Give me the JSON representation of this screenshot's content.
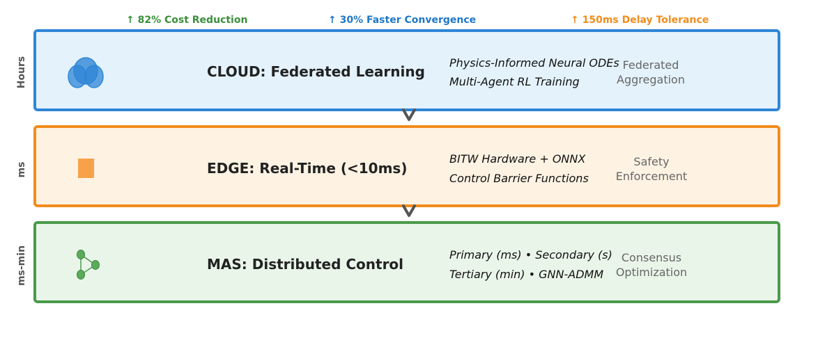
{
  "metrics": [
    {
      "text": "↑ 82% Cost Reduction",
      "color": "#3a8f3a"
    },
    {
      "text": "↑ 30% Faster Convergence",
      "color": "#1f78c8"
    },
    {
      "text": "↑ 150ms Delay Tolerance",
      "color": "#f28c1c"
    }
  ],
  "layers": [
    {
      "timescale": "Hours",
      "title": "CLOUD: Federated Learning",
      "details": [
        "Physics-Informed Neural ODEs",
        "Multi-Agent RL Training"
      ],
      "note": "Federated Aggregation",
      "icon": "cloud-icon",
      "border": "#2f86d6",
      "fill": "#e4f2fc"
    },
    {
      "timescale": "ms",
      "title": "EDGE: Real-Time (<10ms)",
      "details": [
        "BITW Hardware + ONNX",
        "Control Barrier Functions"
      ],
      "note": "Safety Enforcement",
      "icon": "square-chip-icon",
      "border": "#f28c1c",
      "fill": "#fef2e3"
    },
    {
      "timescale": "ms-min",
      "title": "MAS: Distributed Control",
      "details": [
        "Primary (ms) • Secondary (s)",
        "Tertiary (min) • GNN-ADMM"
      ],
      "note": "Consensus Optimization",
      "icon": "network-nodes-icon",
      "border": "#4a9a4a",
      "fill": "#eaf5ea"
    }
  ]
}
